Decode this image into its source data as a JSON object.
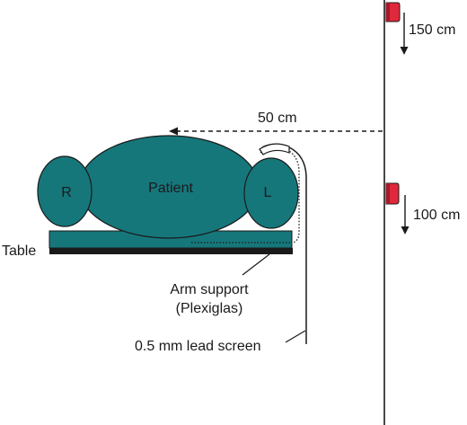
{
  "labels": {
    "height_top": "150 cm",
    "distance": "50 cm",
    "patient": "Patient",
    "right_side": "R",
    "left_side": "L",
    "height_bottom": "100 cm",
    "table": "Table",
    "arm_support_line1": "Arm support",
    "arm_support_line2": "(Plexiglas)",
    "lead_screen": "0.5 mm lead screen"
  },
  "colors": {
    "body_fill": "#16777b",
    "outline": "#1a1a1a",
    "marker": "#e0283c",
    "table_base": "#1a1a1a"
  },
  "icons": {
    "markers": [
      "dosimeter-marker-icon",
      "dosimeter-marker-icon"
    ],
    "arrows": [
      "down-arrow-icon",
      "down-arrow-icon",
      "left-arrow-icon"
    ]
  }
}
